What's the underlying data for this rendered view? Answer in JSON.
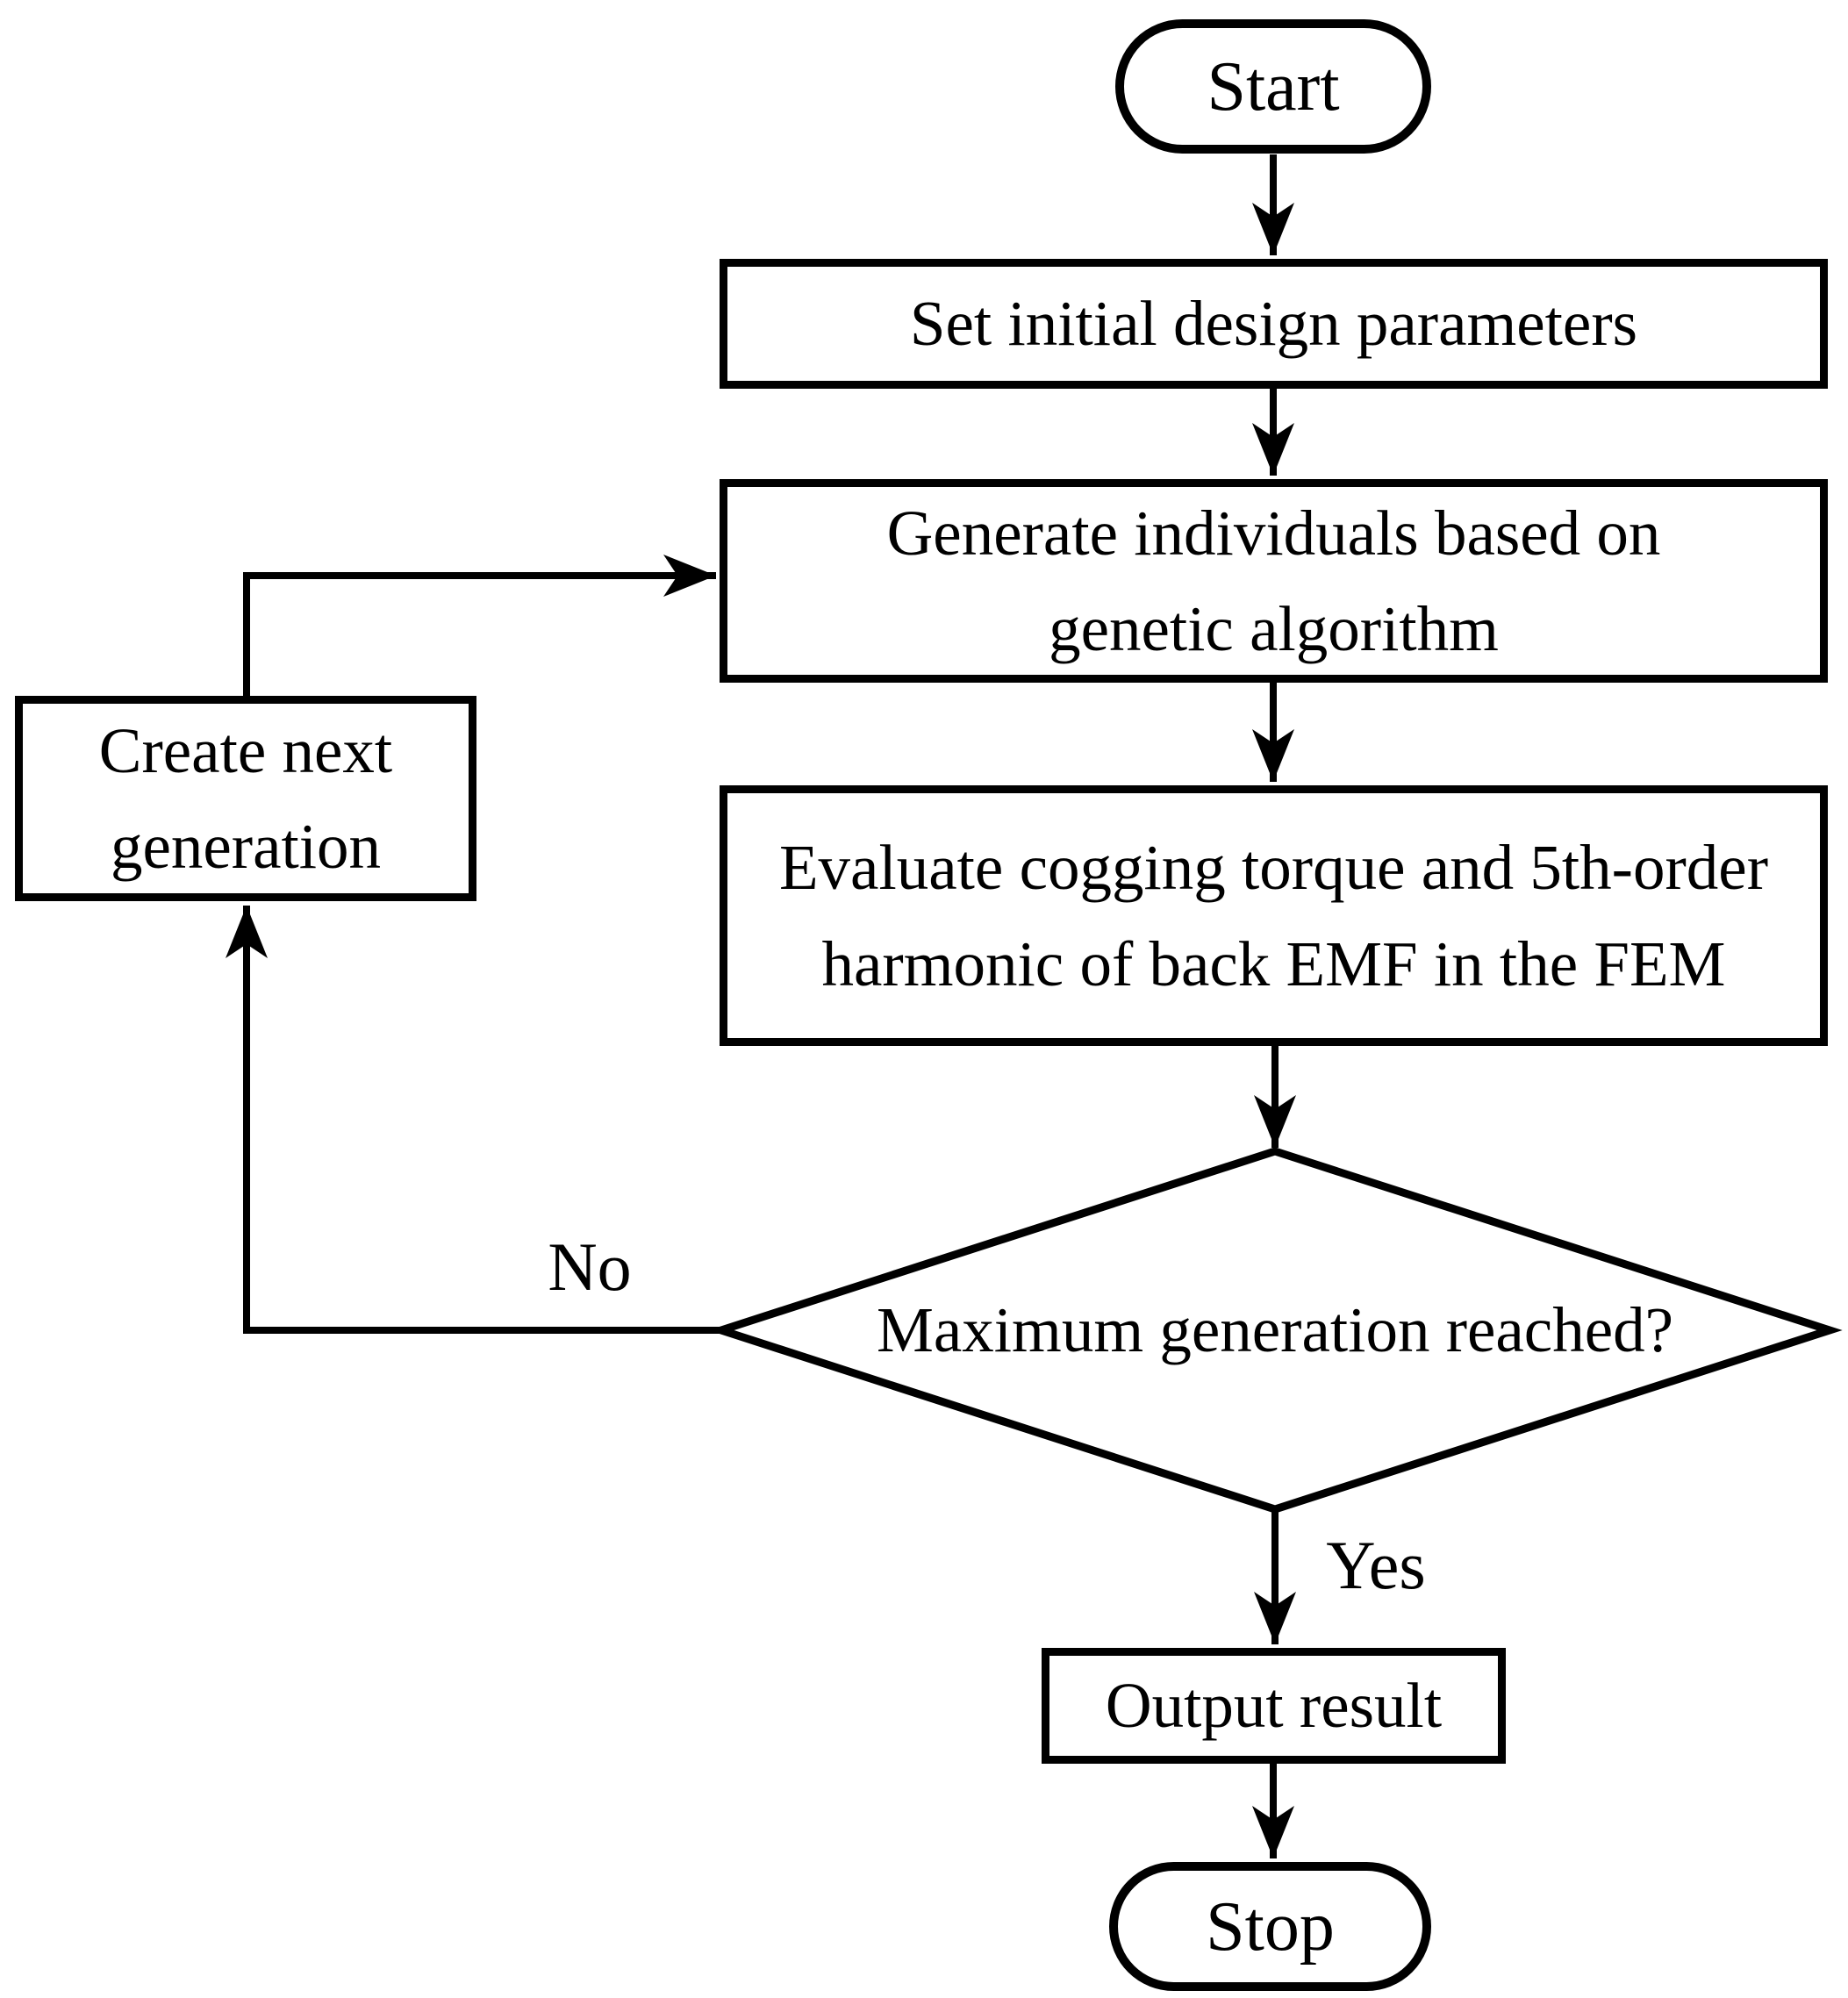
{
  "diagram": {
    "colors": {
      "background": "#ffffff",
      "stroke": "#000000",
      "text": "#000000"
    },
    "nodes": {
      "start": {
        "type": "terminator",
        "label": "Start"
      },
      "set_params": {
        "type": "process",
        "label": "Set initial design parameters"
      },
      "generate": {
        "type": "process",
        "line1": "Generate individuals based on",
        "line2": "genetic algorithm"
      },
      "evaluate": {
        "type": "process",
        "line1": "Evaluate cogging torque and 5th-order",
        "line2": "harmonic of back EMF in the FEM"
      },
      "create_next": {
        "type": "process",
        "line1": "Create next",
        "line2": "generation"
      },
      "decision": {
        "type": "decision",
        "label": "Maximum generation reached?"
      },
      "output": {
        "type": "process",
        "label": "Output result"
      },
      "stop": {
        "type": "terminator",
        "label": "Stop"
      }
    },
    "edge_labels": {
      "no": "No",
      "yes": "Yes"
    }
  }
}
